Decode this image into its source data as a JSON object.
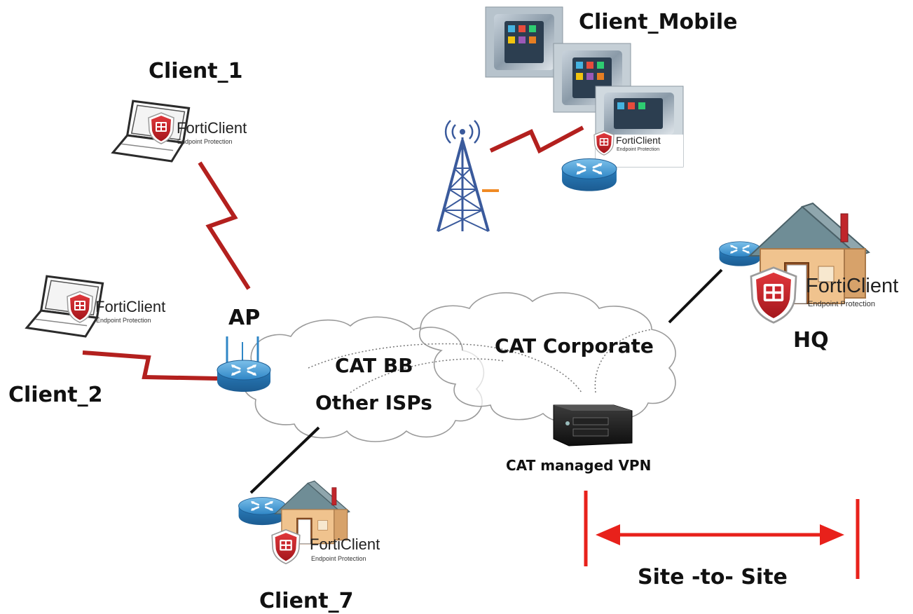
{
  "labels": {
    "client_1": "Client_1",
    "client_2": "Client_2",
    "client_7": "Client_7",
    "client_mobile": "Client_Mobile",
    "ap": "AP",
    "hq": "HQ",
    "cloud_bb_line1": "CAT BB",
    "cloud_bb_line2": "Other ISPs",
    "cloud_corporate": "CAT Corporate",
    "vpn": "CAT managed VPN",
    "site_to_site": "Site -to- Site"
  },
  "forticlient": {
    "name": "FortiClient",
    "sub": "Endpoint Protection"
  },
  "colors": {
    "wan_link": "#b3201e",
    "wired_link": "#111111",
    "arrow": "#e8211b",
    "router": "#2f86c6",
    "shield": "#c8242b",
    "tower": "#3a5a9c"
  },
  "icons": [
    "laptop-icon",
    "forticlient-shield-icon",
    "router-icon",
    "cell-tower-icon",
    "phone-icon",
    "house-icon",
    "vpn-appliance-icon",
    "cloud-icon"
  ]
}
